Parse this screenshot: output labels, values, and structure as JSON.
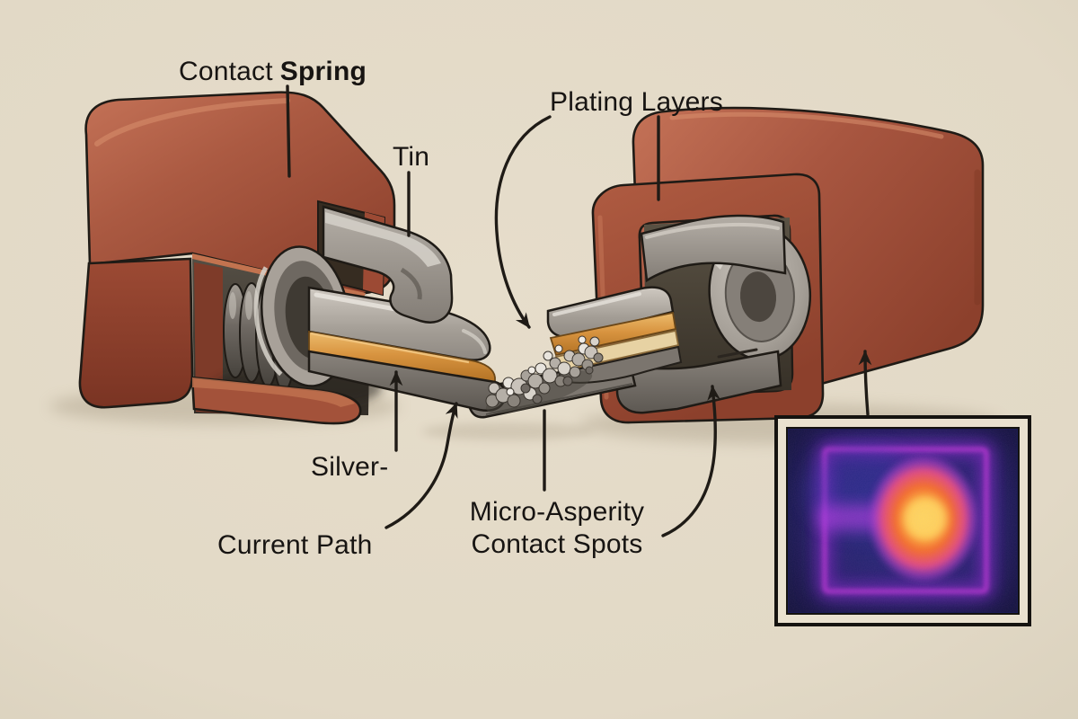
{
  "diagram": {
    "kind": "technical-cutaway-illustration",
    "subject": "electrical-connector-contact-interface"
  },
  "labels": {
    "contact_spring": {
      "word_regular": "Contact",
      "word_bold": "Spring"
    },
    "tin": "Tin",
    "plating_layers": "Plating Layers",
    "silver": "Silver-",
    "current_path": "Current Path",
    "micro_asperity_line1": "Micro-Asperity",
    "micro_asperity_line2": "Contact Spots"
  },
  "palette": {
    "background": "#e2d9c6",
    "housing_red": "#a85840",
    "housing_red_light": "#c27154",
    "housing_red_dark": "#8c402c",
    "metal_gray": "#8d8781",
    "metal_gray_light": "#c3bdb5",
    "metal_gray_dark": "#5b5650",
    "plating_gold": "#d89440",
    "plating_tan": "#e7d2a3",
    "outline_ink": "#1f1b16",
    "label_text": "#171412",
    "thermal_navy": "#191a52",
    "thermal_magenta": "#d834ec",
    "thermal_orange": "#f26c2b",
    "thermal_yellow": "#ffd85e",
    "inset_frame": "#151310",
    "inset_mat": "#e9e1cf"
  }
}
